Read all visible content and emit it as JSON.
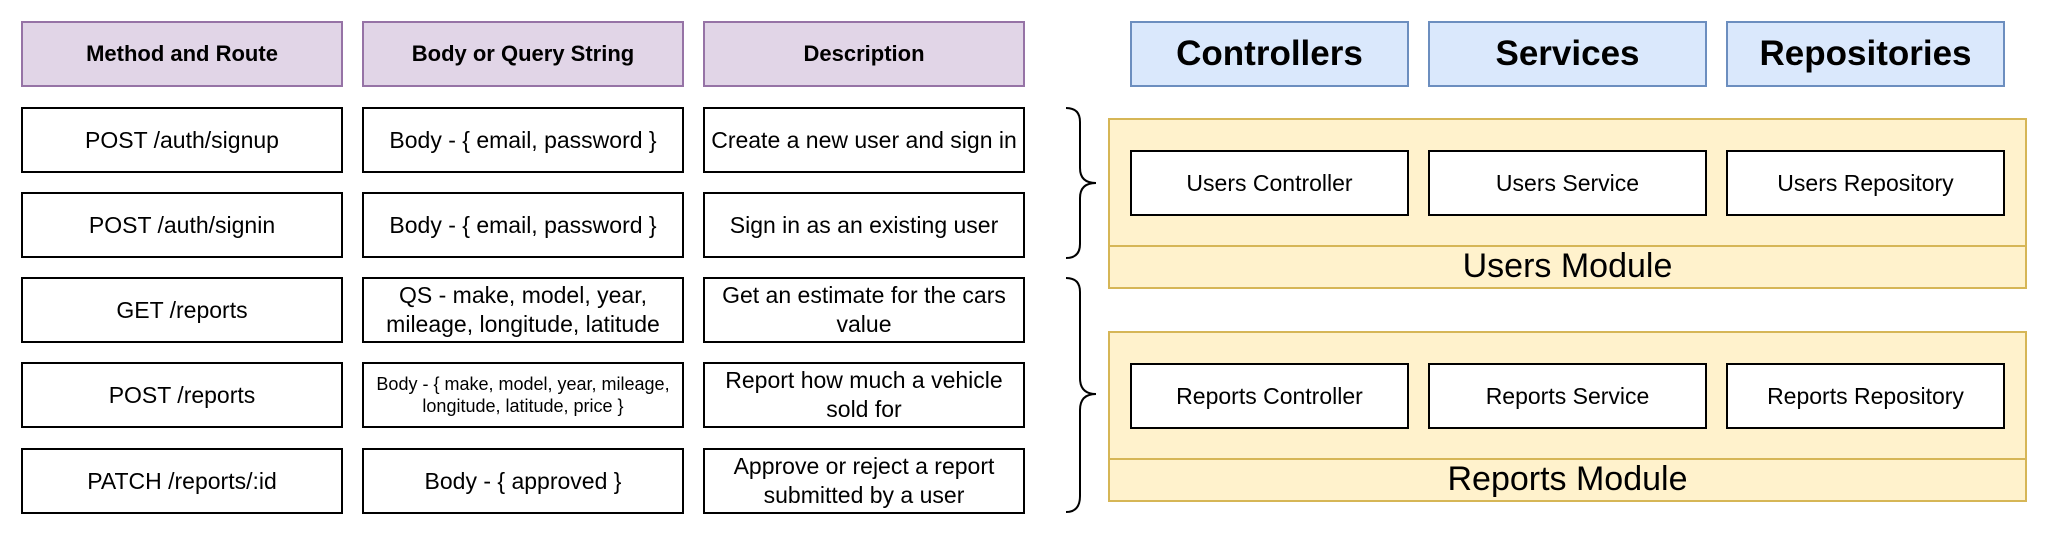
{
  "table": {
    "headers": [
      "Method and Route",
      "Body or Query String",
      "Description"
    ],
    "rows": [
      {
        "route": "POST /auth/signup",
        "body": "Body - { email, password }",
        "description": "Create a new user and sign in"
      },
      {
        "route": "POST /auth/signin",
        "body": "Body - { email, password }",
        "description": "Sign in as an existing user"
      },
      {
        "route": "GET /reports",
        "body": "QS - make, model, year, mileage, longitude, latitude",
        "description": "Get an estimate for the cars value"
      },
      {
        "route": "POST /reports",
        "body": "Body - { make, model, year, mileage, longitude, latitude, price }",
        "description": "Report how much a vehicle sold for"
      },
      {
        "route": "PATCH /reports/:id",
        "body": "Body - { approved }",
        "description": "Approve or reject a report submitted by a user"
      }
    ]
  },
  "layers": [
    "Controllers",
    "Services",
    "Repositories"
  ],
  "modules": [
    {
      "title": "Users Module",
      "items": [
        "Users Controller",
        "Users Service",
        "Users Repository"
      ]
    },
    {
      "title": "Reports Module",
      "items": [
        "Reports Controller",
        "Reports Service",
        "Reports Repository"
      ]
    }
  ],
  "colors": {
    "header_fill": "#e1d5e7",
    "header_border": "#9673a6",
    "layer_fill": "#dae8fc",
    "layer_border": "#6c8ebf",
    "module_fill": "#fff2cc",
    "module_border": "#d6b656"
  }
}
